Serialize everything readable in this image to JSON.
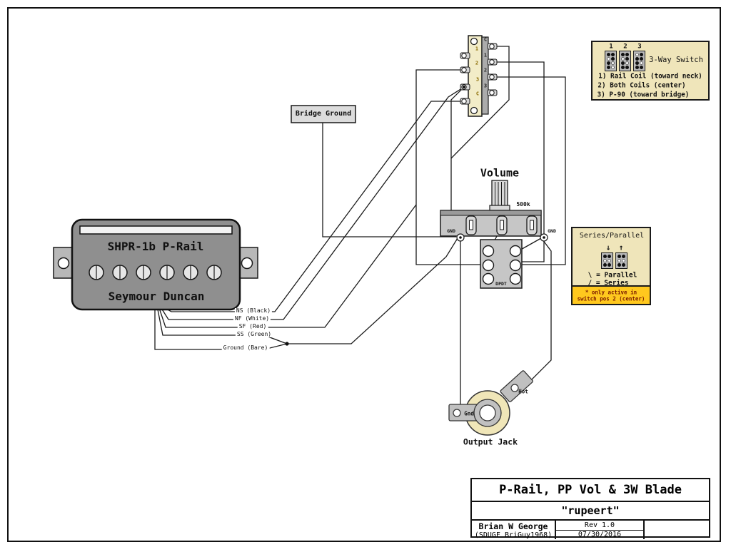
{
  "colors": {
    "tan": "#efe5ba",
    "orange_note": "#ffc81e",
    "note_text": "#7a1a00",
    "line": "#1a1a1a",
    "component_gray": "#c6c6c6",
    "pickup_gray": "#8f8f8f"
  },
  "top_switch": {
    "left_labels": [
      "1",
      "2",
      "3",
      "C"
    ],
    "right_labels": [
      "C",
      "1",
      "2",
      "3"
    ]
  },
  "bridge_ground_label": "Bridge Ground",
  "volume": {
    "title": "Volume",
    "value": "500k",
    "gnd_left": "GND",
    "gnd_right": "GND",
    "dpdt_label": "DPDT"
  },
  "pickup": {
    "model": "SHPR-1b P-Rail",
    "brand": "Seymour Duncan"
  },
  "wire_labels": {
    "ns": "NS (Black)",
    "nf": "NF (White)",
    "sf": "SF (Red)",
    "ss": "SS (Green)",
    "ground": "Ground (Bare)"
  },
  "output_jack": {
    "gnd": "Gnd",
    "hot": "Hot",
    "caption": "Output Jack"
  },
  "legend_3way": {
    "title": "3-Way Switch",
    "positions": [
      "1",
      "2",
      "3"
    ],
    "switch_dots": [
      "BB WB BW BW",
      "BB WB BW BB",
      "WB BB BW BB"
    ],
    "lines": [
      "1) Rail Coil (toward neck)",
      "2) Both Coils (center)",
      "3) P-90 (toward bridge)"
    ]
  },
  "legend_series_parallel": {
    "title": "Series/Parallel",
    "arrow_down": "↓",
    "arrow_up": "↑",
    "switch_dots": [
      "BB WW BB",
      "BB WW BB"
    ],
    "parallel_line": "\\ = Parallel",
    "series_line": "/ = Series",
    "note_lines": [
      "* only active in",
      "switch pos 2 (center)"
    ]
  },
  "title_block": {
    "title": "P-Rail, PP Vol & 3W Blade",
    "project_name": "\"rupeert\"",
    "author": "Brian W George",
    "author_alias": "(SDUGF BriGuy1968)",
    "revision": "Rev 1.0",
    "date": "07/30/2016"
  }
}
